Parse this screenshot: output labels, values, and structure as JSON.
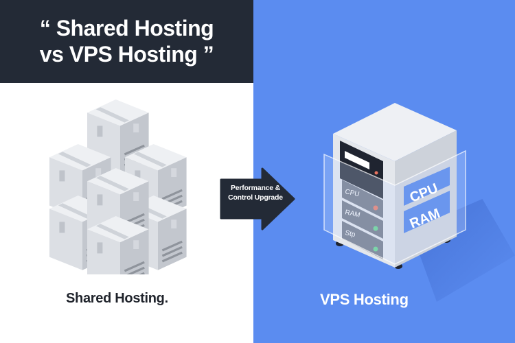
{
  "title": {
    "line1": "“ Shared Hosting",
    "line2": "vs VPS Hosting ”"
  },
  "arrow": {
    "line1": "Performance &",
    "line2": "Control Upgrade",
    "icon": "right-arrow-icon"
  },
  "left": {
    "caption": "Shared Hosting.",
    "illustration": "stacked-boxes-icon"
  },
  "right": {
    "caption": "VPS Hosting",
    "illustration": "server-icon",
    "rack_labels": [
      "CPU",
      "RAM",
      "Stᴘ"
    ],
    "side_labels": [
      "CPU",
      "RAM"
    ]
  },
  "colors": {
    "header_bg": "#232a36",
    "right_bg": "#5b8cf0",
    "arrow_bg": "#232a36",
    "led_red": "#e8735f",
    "led_green": "#5fd38a"
  }
}
